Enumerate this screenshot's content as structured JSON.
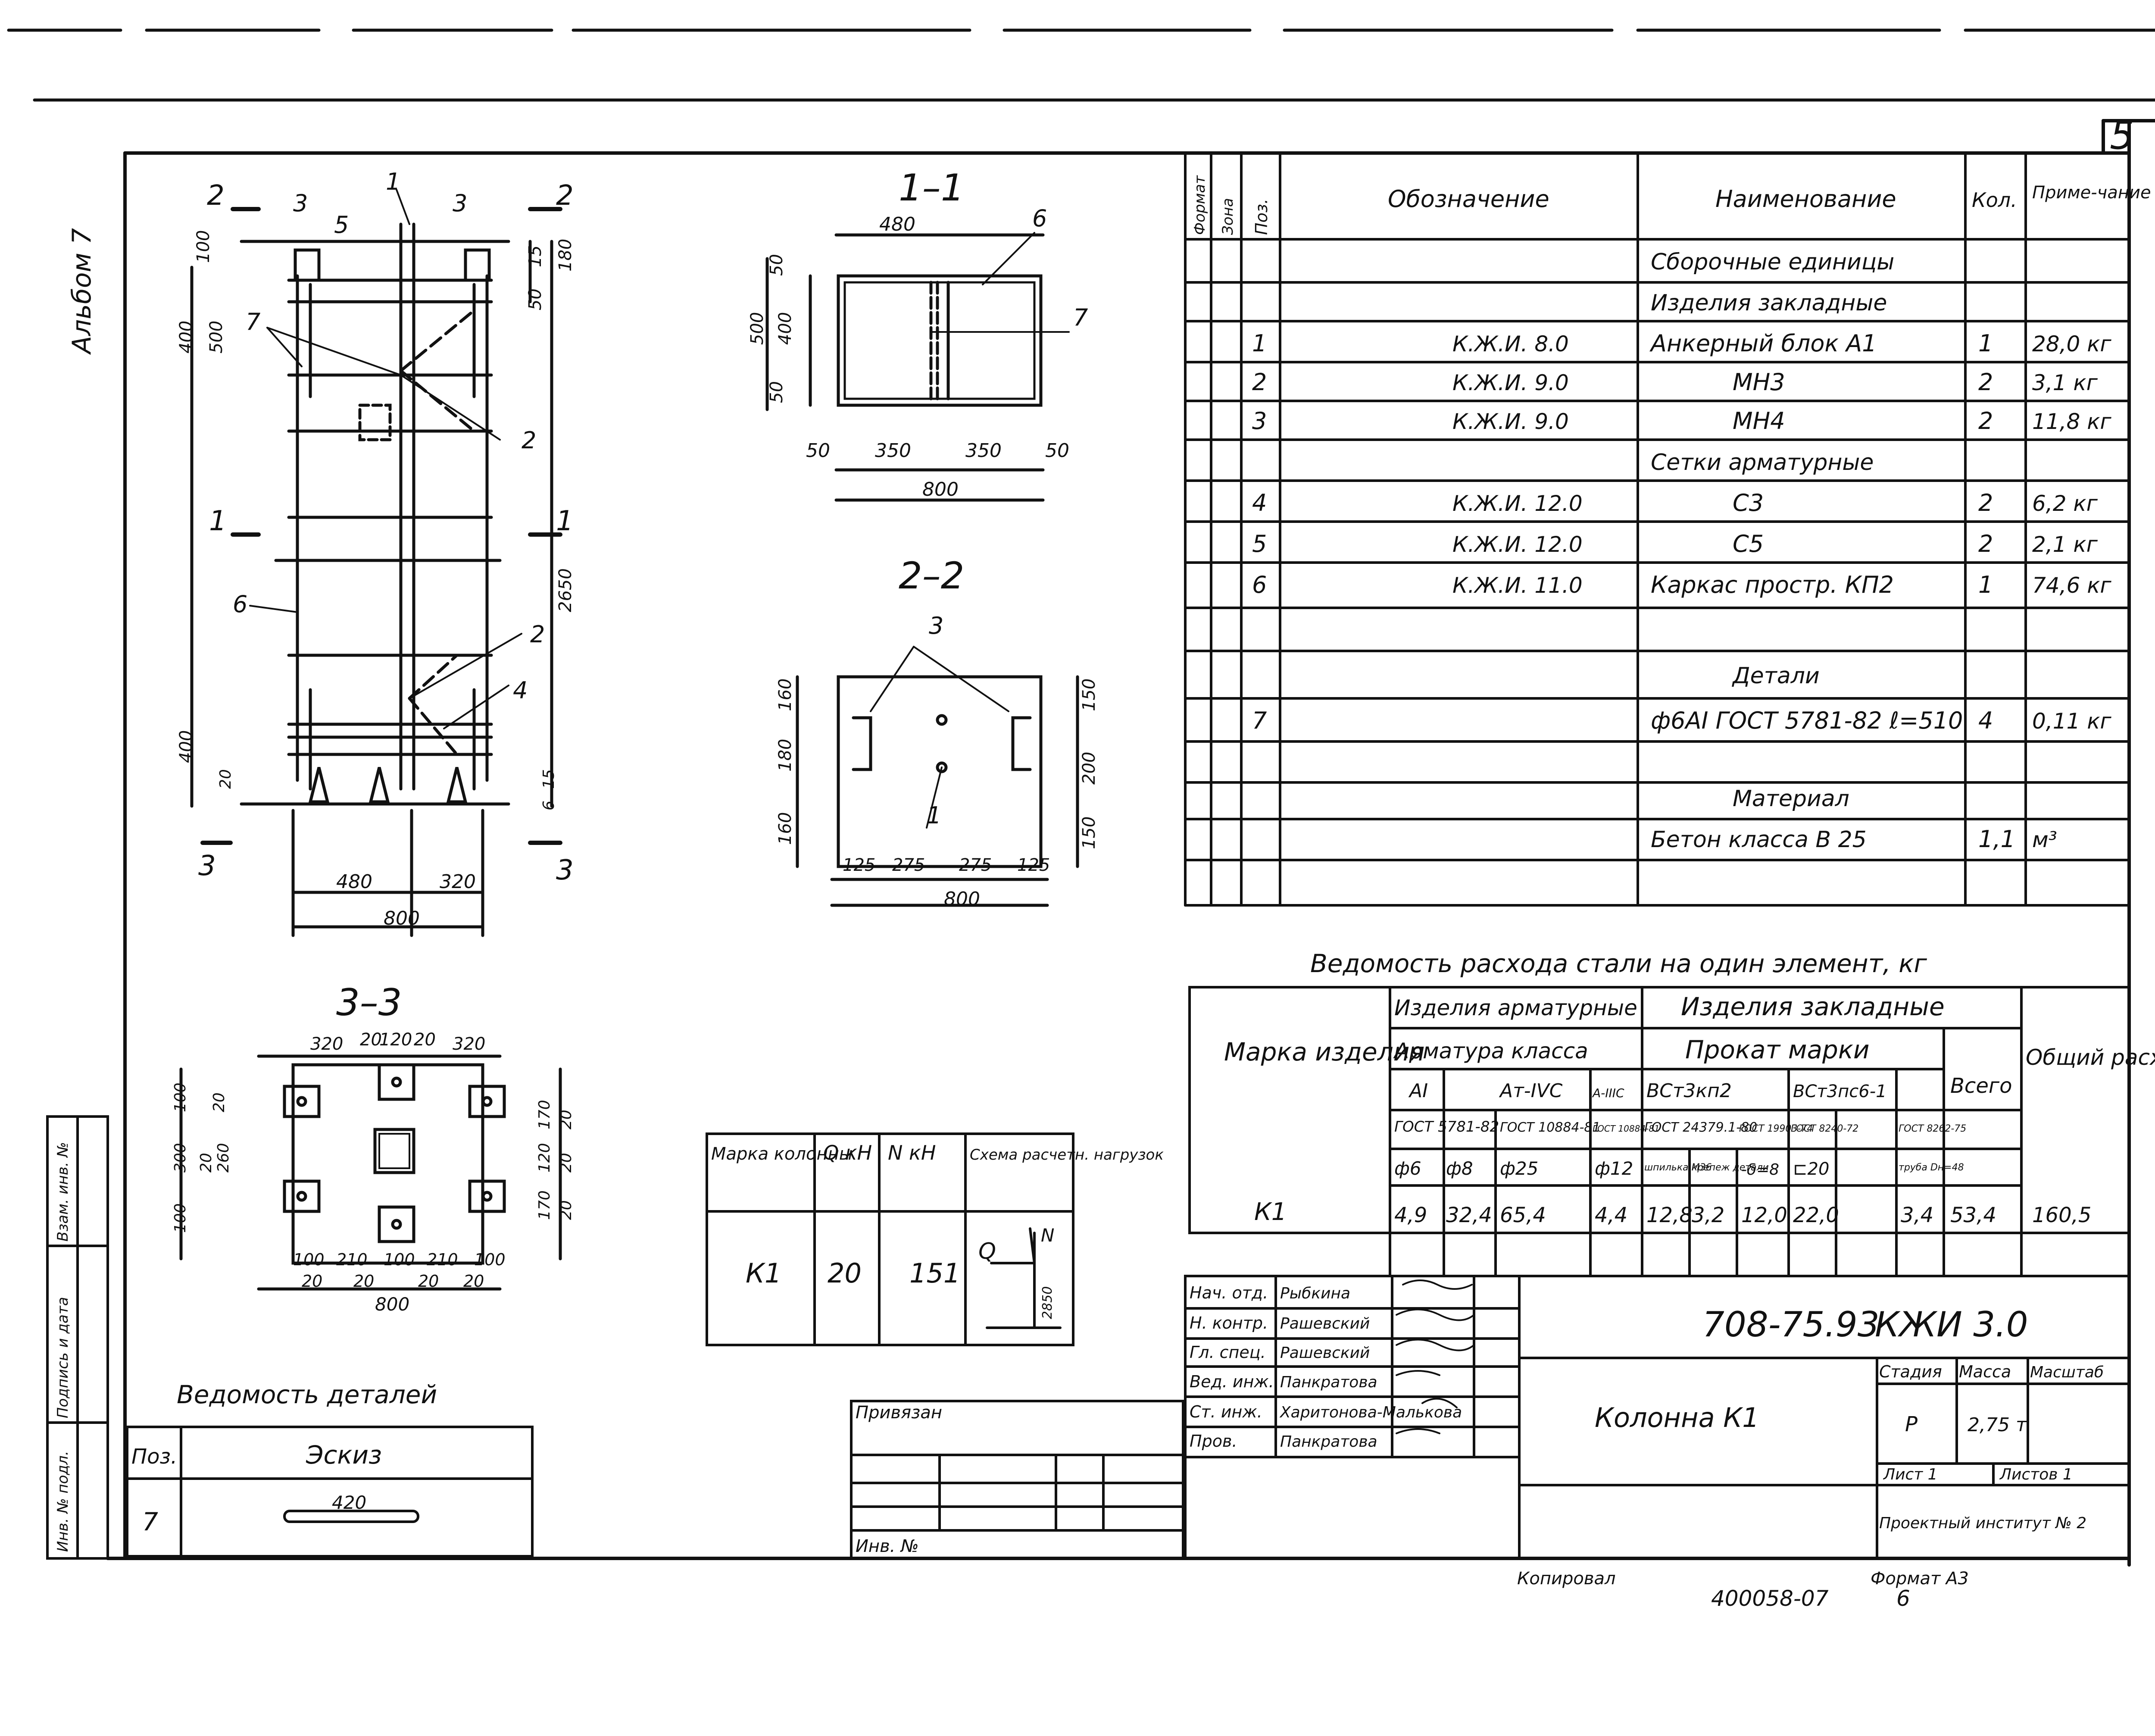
{
  "sheet": {
    "sheet_number": "5",
    "album_label": "Альбом 7",
    "copied_by_label": "Копировал",
    "archive_number": "400058-07",
    "format_label": "Формат А3",
    "format_page": "6",
    "side_stamps": [
      "Инв. № подл.",
      "Подпись и дата",
      "Взам. инв. №"
    ]
  },
  "views": {
    "elevation": {
      "section_marks": [
        "2",
        "2",
        "1",
        "1",
        "3",
        "3"
      ],
      "callouts": [
        "3",
        "5",
        "1",
        "3",
        "7",
        "2",
        "6",
        "2",
        "4"
      ],
      "dims": [
        "100",
        "400",
        "500",
        "15",
        "180",
        "50",
        "2650",
        "400",
        "20",
        "15",
        "6",
        "480",
        "320",
        "800"
      ]
    },
    "section_1_1": {
      "title": "1–1",
      "callouts": [
        "6",
        "7"
      ],
      "dims": [
        "480",
        "50",
        "500",
        "400",
        "50",
        "50",
        "350",
        "350",
        "50",
        "800"
      ]
    },
    "section_2_2": {
      "title": "2–2",
      "callouts": [
        "3",
        "1"
      ],
      "dims": [
        "160",
        "180",
        "160",
        "150",
        "200",
        "150",
        "125",
        "275",
        "275",
        "125",
        "800"
      ]
    },
    "section_3_3": {
      "title": "3–3",
      "dims_top": [
        "320",
        "20",
        "120",
        "20",
        "320"
      ],
      "dims_left": [
        "100",
        "20",
        "300",
        "20",
        "260",
        "100"
      ],
      "dims_right": [
        "170",
        "20",
        "120",
        "20",
        "170",
        "20"
      ],
      "dims_bottom": [
        "100",
        "210",
        "100",
        "210",
        "100",
        "20",
        "20",
        "20",
        "20",
        "800"
      ]
    }
  },
  "spec_table": {
    "headers": [
      "Формат",
      "Зона",
      "Поз.",
      "Обозначение",
      "Наименование",
      "Кол.",
      "Приме-чание"
    ],
    "rows": [
      {
        "pos": "",
        "code": "",
        "name": "Сборочные единицы",
        "qty": "",
        "note": ""
      },
      {
        "pos": "",
        "code": "",
        "name": "Изделия закладные",
        "qty": "",
        "note": ""
      },
      {
        "pos": "1",
        "code": "К.Ж.И. 8.0",
        "name": "Анкерный блок А1",
        "qty": "1",
        "note": "28,0 кг"
      },
      {
        "pos": "2",
        "code": "К.Ж.И. 9.0",
        "name": "МН3",
        "qty": "2",
        "note": "3,1 кг"
      },
      {
        "pos": "3",
        "code": "К.Ж.И. 9.0",
        "name": "МН4",
        "qty": "2",
        "note": "11,8 кг"
      },
      {
        "pos": "",
        "code": "",
        "name": "Сетки арматурные",
        "qty": "",
        "note": ""
      },
      {
        "pos": "4",
        "code": "К.Ж.И. 12.0",
        "name": "С3",
        "qty": "2",
        "note": "6,2 кг"
      },
      {
        "pos": "5",
        "code": "К.Ж.И. 12.0",
        "name": "С5",
        "qty": "2",
        "note": "2,1 кг"
      },
      {
        "pos": "6",
        "code": "К.Ж.И. 11.0",
        "name": "Каркас простр. КП2",
        "qty": "1",
        "note": "74,6 кг"
      },
      {
        "pos": "",
        "code": "",
        "name": "",
        "qty": "",
        "note": ""
      },
      {
        "pos": "",
        "code": "",
        "name": "Детали",
        "qty": "",
        "note": ""
      },
      {
        "pos": "7",
        "code": "",
        "name": "ф6АI ГОСТ 5781-82  ℓ=510",
        "qty": "4",
        "note": "0,11 кг"
      },
      {
        "pos": "",
        "code": "",
        "name": "",
        "qty": "",
        "note": ""
      },
      {
        "pos": "",
        "code": "",
        "name": "Материал",
        "qty": "",
        "note": ""
      },
      {
        "pos": "",
        "code": "",
        "name": "Бетон класса В 25",
        "qty": "1,1",
        "note": "м³"
      },
      {
        "pos": "",
        "code": "",
        "name": "",
        "qty": "",
        "note": ""
      }
    ]
  },
  "steel_table": {
    "title": "Ведомость расхода стали на один элемент, кг",
    "mark_header": "Марка изделия",
    "group_reinf": "Изделия арматурные",
    "group_embed": "Изделия закладные",
    "sub_reinf": "Арматура класса",
    "sub_embed": "Прокат марки",
    "total_header": "Всего",
    "overall_header": "Общий расход",
    "classes": [
      "АI",
      "Ат-IVС",
      "А-IIIС",
      "ВСт3кп2",
      "ВСт3пс6-1"
    ],
    "gosts": [
      "ГОСТ 5781-82",
      "ГОСТ 10884-81",
      "ГОСТ 10884-81",
      "ГОСТ 24379.1-80",
      "ГОСТ 19903-74",
      "ГОСТ 8240-72",
      "ГОСТ 8262-75"
    ],
    "items": [
      "ф6",
      "ф8",
      "ф25",
      "ф12",
      "шпилька М36",
      "крепеж детали",
      "-δ=8",
      "⊏20",
      "труба Dн=48"
    ],
    "row": {
      "mark": "К1",
      "values": [
        "4,9",
        "32,4",
        "65,4",
        "",
        "4,4",
        "12,8",
        "3,2",
        "12,0",
        "22,0",
        "",
        "3,4",
        "53,4",
        "160,5"
      ]
    }
  },
  "load_table": {
    "headers": [
      "Марка колонны",
      "Q кН",
      "N кН",
      "Схема расчетн. нагрузок"
    ],
    "row": {
      "mark": "К1",
      "q": "20",
      "n": "151"
    },
    "scheme_q": "Q",
    "scheme_n": "N",
    "scheme_dim": "2850"
  },
  "details_table": {
    "title": "Ведомость деталей",
    "headers": [
      "Поз.",
      "Эскиз"
    ],
    "row": {
      "pos": "7",
      "sketch_dim": "420"
    }
  },
  "binding_block": {
    "label": "Привязан",
    "inv_label": "Инв. №"
  },
  "title_block": {
    "doc_code": "708-75.93",
    "series": "КЖИ 3.0",
    "object_name": "Колонна К1",
    "stage_header": "Стадия",
    "mass_header": "Масса",
    "scale_header": "Масштаб",
    "stage_value": "Р",
    "mass_value": "2,75 т",
    "sheet_label": "Лист 1",
    "sheets_label": "Листов 1",
    "org": "Проектный институт № 2",
    "signatures": [
      {
        "role": "Нач. отд.",
        "name": "Рыбкина"
      },
      {
        "role": "Н. контр.",
        "name": "Рашевский"
      },
      {
        "role": "Гл. спец.",
        "name": "Рашевский"
      },
      {
        "role": "Вед. инж.",
        "name": "Панкратова"
      },
      {
        "role": "Ст. инж.",
        "name": "Харитонова-Малькова"
      },
      {
        "role": "Пров.",
        "name": "Панкратова"
      }
    ]
  }
}
